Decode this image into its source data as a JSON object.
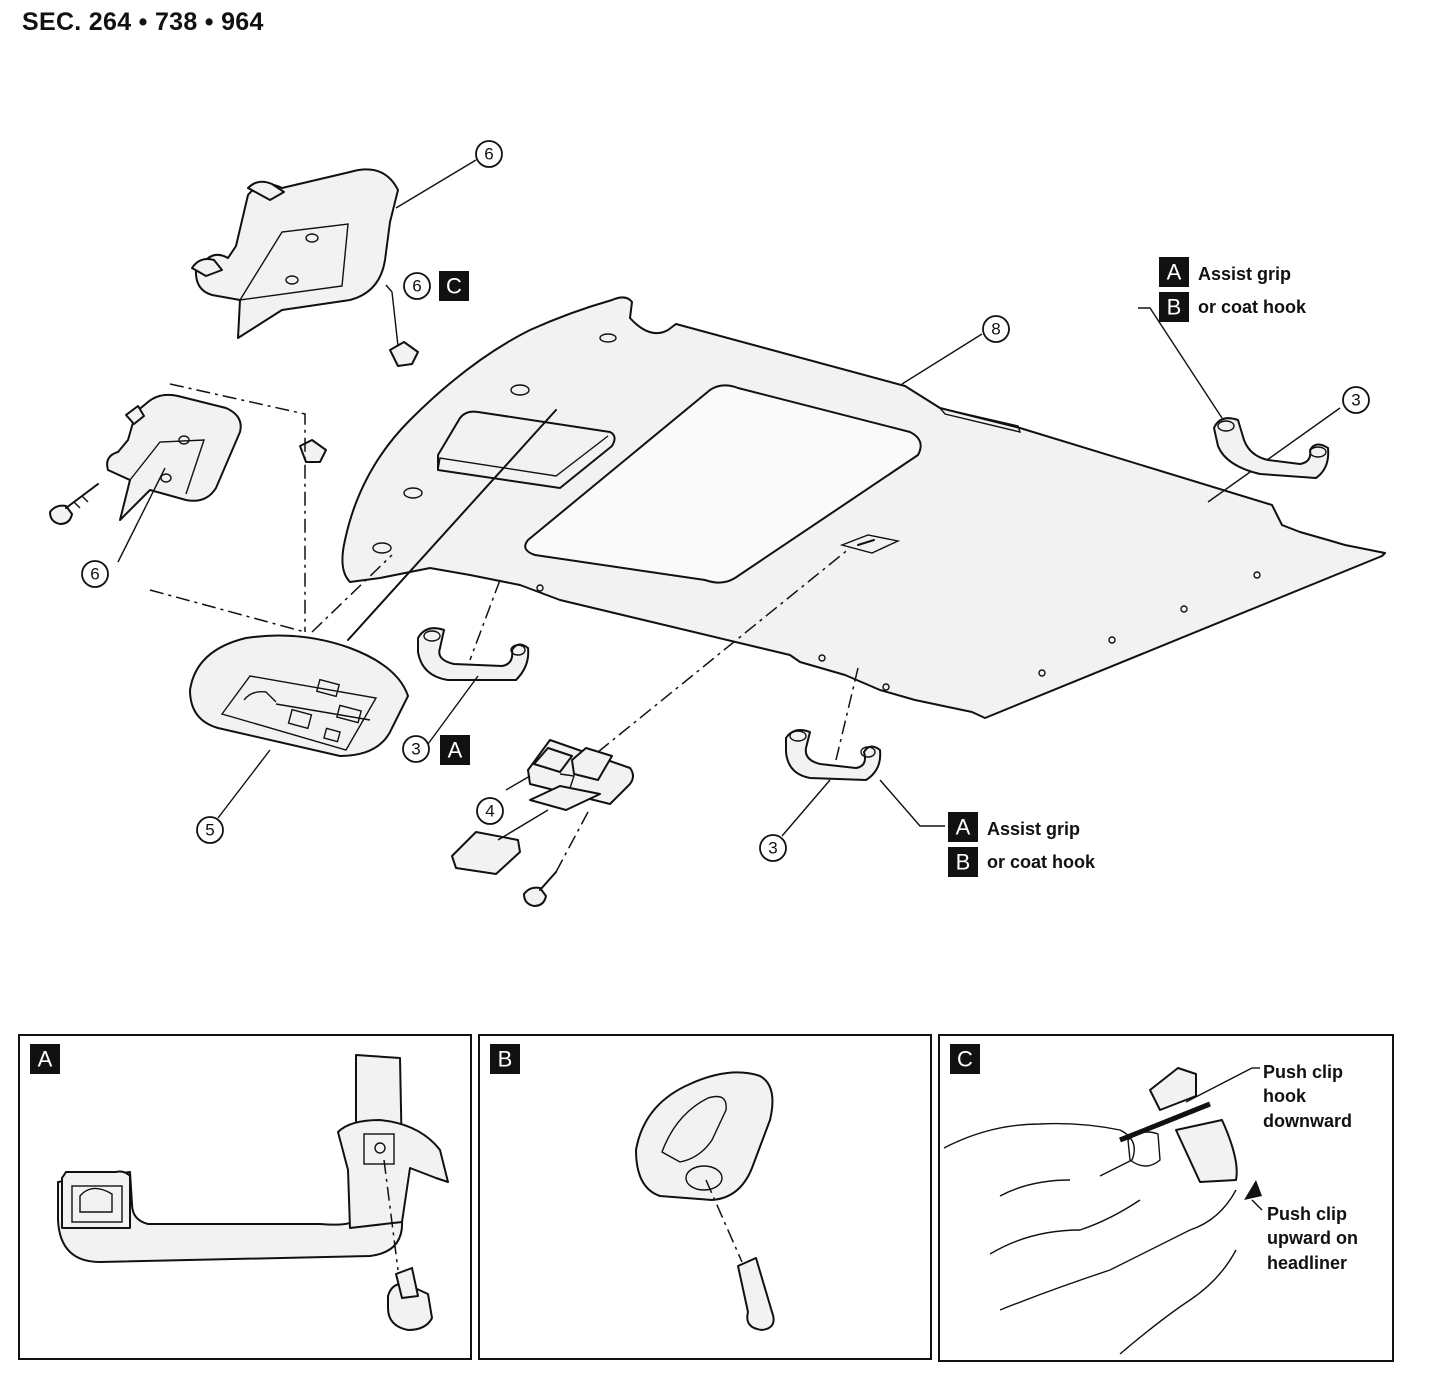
{
  "section_code": "SEC. 264 • 738 • 964",
  "callouts": {
    "c6_top": "6",
    "c6_clip": "6",
    "c6_left": "6",
    "c8": "8",
    "c3_right": "3",
    "c3_center": "3",
    "c3_bottom": "3",
    "c4": "4",
    "c5": "5"
  },
  "badges": {
    "clip_c": "C",
    "grip_a": "A",
    "legend_top_a": "A",
    "legend_top_b": "B",
    "legend_bottom_a": "A",
    "legend_bottom_b": "B"
  },
  "legend_top": {
    "a_text": "Assist grip",
    "b_text": "or coat hook"
  },
  "legend_bottom": {
    "a_text": "Assist grip",
    "b_text": "or coat hook"
  },
  "panels": {
    "a": {
      "label": "A"
    },
    "b": {
      "label": "B"
    },
    "c": {
      "label": "C",
      "note1": [
        "Push clip",
        "hook",
        "downward"
      ],
      "note2": [
        "Push clip",
        "upward on",
        "headliner"
      ]
    }
  }
}
